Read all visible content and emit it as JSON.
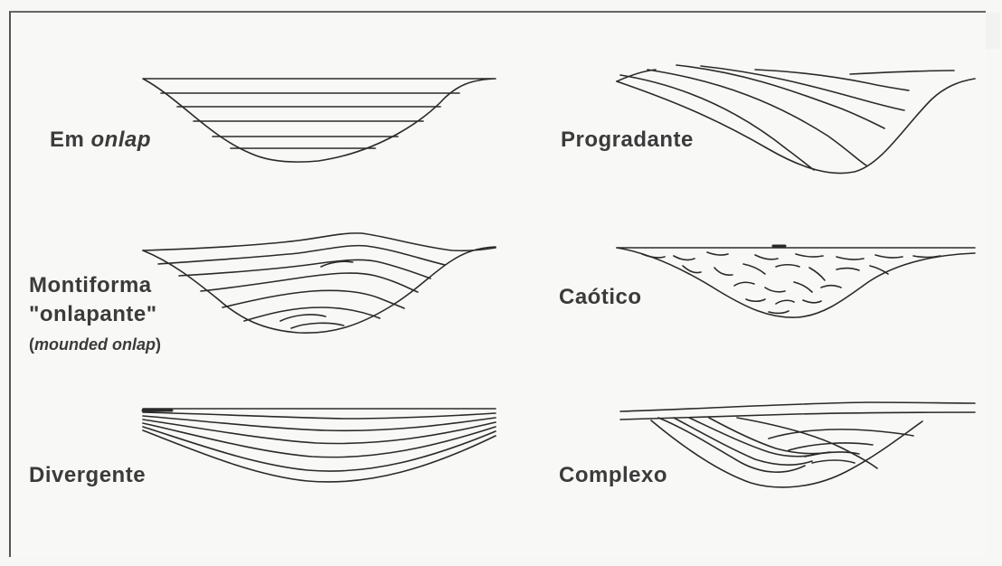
{
  "panels": {
    "onlap": {
      "label_prefix": "Em ",
      "label_italic": "onlap"
    },
    "progradante": {
      "label": "Progradante"
    },
    "montiforma": {
      "label_line1": "Montiforma",
      "label_line2": "\"onlapante\"",
      "sub_open": "(",
      "sub_italic": "mounded onlap",
      "sub_close": ")"
    },
    "caotico": {
      "label": "Caótico"
    },
    "divergente": {
      "label": "Divergente"
    },
    "complexo": {
      "label": "Complexo"
    }
  },
  "colors": {
    "line": "#2a2a2a",
    "text": "#3b3b3b",
    "background": "#f8f8f6"
  }
}
